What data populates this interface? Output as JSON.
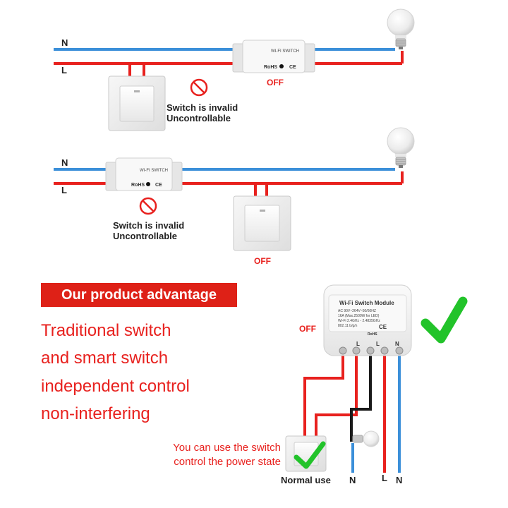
{
  "diagram1": {
    "wire_n": "N",
    "wire_l": "L",
    "device_label": "WI-FI SWITCH",
    "rohs": "RoHS",
    "ce": "CE",
    "status": "OFF",
    "invalid_line1": "Switch is invalid",
    "invalid_line2": "Uncontrollable"
  },
  "diagram2": {
    "wire_n": "N",
    "wire_l": "L",
    "device_label": "WI-FI SWITCH",
    "rohs": "RoHS",
    "ce": "CE",
    "status": "OFF",
    "invalid_line1": "Switch is invalid",
    "invalid_line2": "Uncontrollable"
  },
  "advantage": {
    "banner": "Our product advantage",
    "lines": [
      "Traditional switch",
      "and smart switch",
      "independent control",
      "non-interfering"
    ]
  },
  "module": {
    "title": "Wi-Fi Switch Module",
    "spec1": "AC 90V~264V~50/60HZ",
    "spec2": "16A (Max.2500W for LED)",
    "spec3": "Wi-Fi 2.4GHz - 2.4835GHz",
    "spec4": "802.11 b/g/n",
    "rohs": "RoHS",
    "ce": "CE",
    "terminal1": "L",
    "terminal2": "L",
    "terminal3": "N",
    "status": "OFF"
  },
  "bottom": {
    "note_line1": "You can use the switch",
    "note_line2": "control the power state",
    "normal_use": "Normal use",
    "label_n1": "N",
    "label_l": "L",
    "label_n2": "N"
  },
  "colors": {
    "neutral_wire": "#3b8fd9",
    "live_wire": "#e8211e",
    "accent_red": "#de2117",
    "check_green": "#22c32a",
    "load_wire": "#1a1a1a"
  },
  "icons": [
    "bulb-icon",
    "prohibited-icon",
    "check-icon",
    "wall-switch-icon"
  ]
}
